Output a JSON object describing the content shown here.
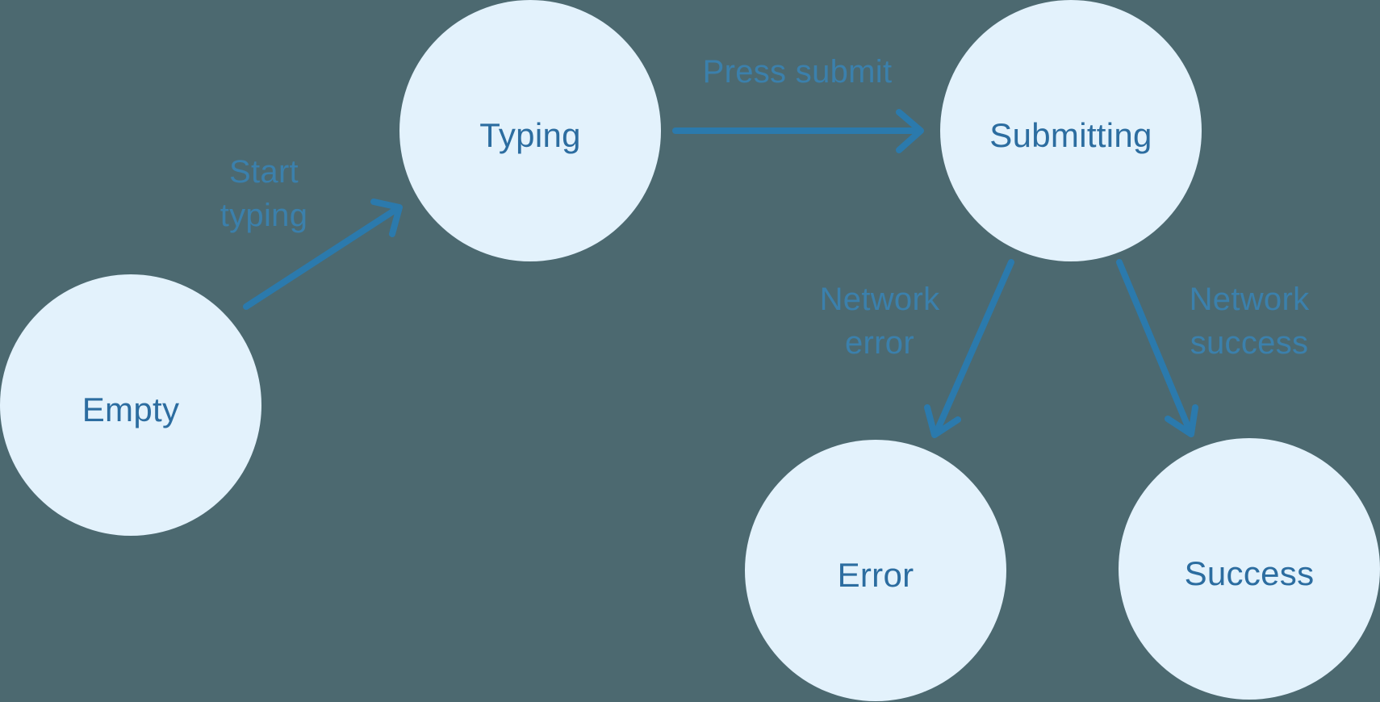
{
  "diagram": {
    "type": "state-machine",
    "nodes": [
      {
        "id": "empty",
        "label": "Empty"
      },
      {
        "id": "typing",
        "label": "Typing"
      },
      {
        "id": "submitting",
        "label": "Submitting"
      },
      {
        "id": "error",
        "label": "Error"
      },
      {
        "id": "success",
        "label": "Success"
      }
    ],
    "edges": [
      {
        "from": "empty",
        "to": "typing",
        "label": "Start typing"
      },
      {
        "from": "typing",
        "to": "submitting",
        "label": "Press submit"
      },
      {
        "from": "submitting",
        "to": "error",
        "label": "Network error"
      },
      {
        "from": "submitting",
        "to": "success",
        "label": "Network success"
      }
    ],
    "colors": {
      "background": "#4C6970",
      "node_fill": "#E3F2FC",
      "node_text": "#2C6DA0",
      "edge_text": "#3B80AC",
      "arrow": "#2B7AAD"
    }
  }
}
